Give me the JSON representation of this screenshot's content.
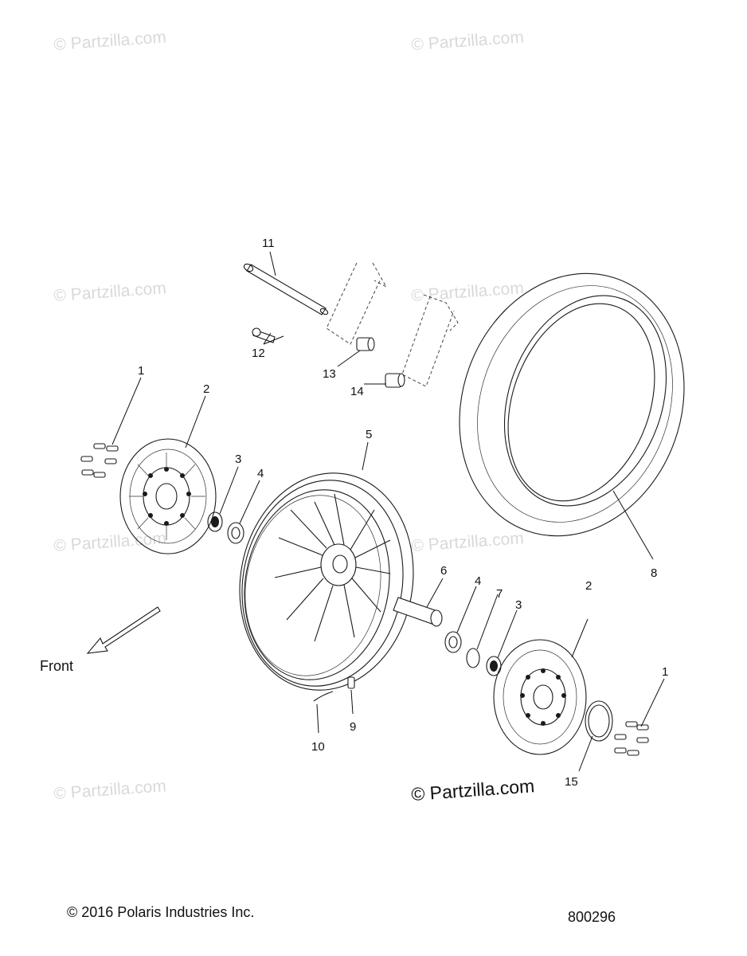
{
  "watermarks": [
    "© Partzilla.com",
    "© Partzilla.com",
    "© Partzilla.com",
    "© Partzilla.com",
    "© Partzilla.com",
    "© Partzilla.com",
    "© Partzilla.com"
  ],
  "watermark_main": "© Partzilla.com",
  "front_label": "Front",
  "callouts": [
    "1",
    "2",
    "3",
    "4",
    "5",
    "6",
    "4",
    "7",
    "3",
    "2",
    "1",
    "8",
    "9",
    "10",
    "11",
    "12",
    "13",
    "14",
    "15"
  ],
  "copyright": "© 2016 Polaris Industries Inc.",
  "diagram_number": "800296"
}
